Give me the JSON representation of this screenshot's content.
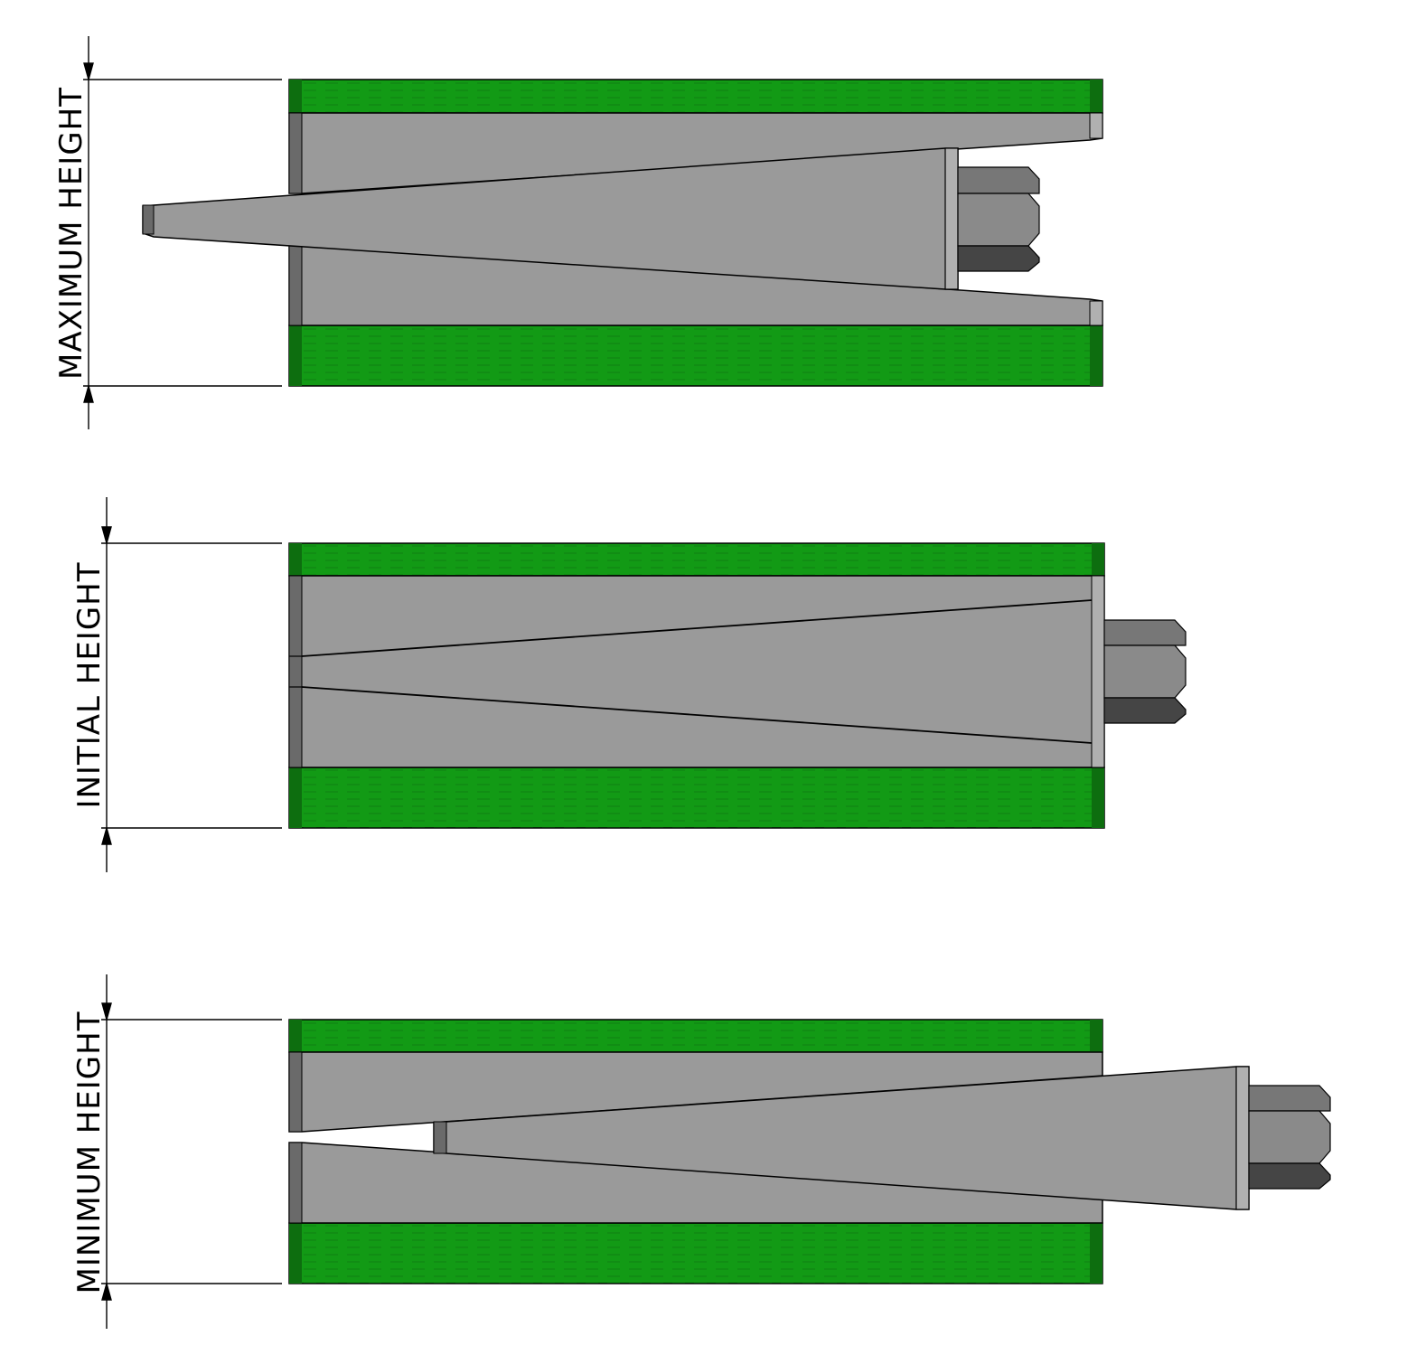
{
  "labels": {
    "max": "MAXIMUM HEIGHT",
    "initial": "INITIAL HEIGHT",
    "min": "MINIMUM HEIGHT"
  },
  "colors": {
    "green": "#129a15",
    "green_edge": "#0d6e0f",
    "steel": "#9a9a9a",
    "steel_dark": "#6a6a6a",
    "nut_light": "#777777",
    "nut_mid": "#8a8a8a",
    "nut_dark": "#454545",
    "outline": "#000000"
  }
}
